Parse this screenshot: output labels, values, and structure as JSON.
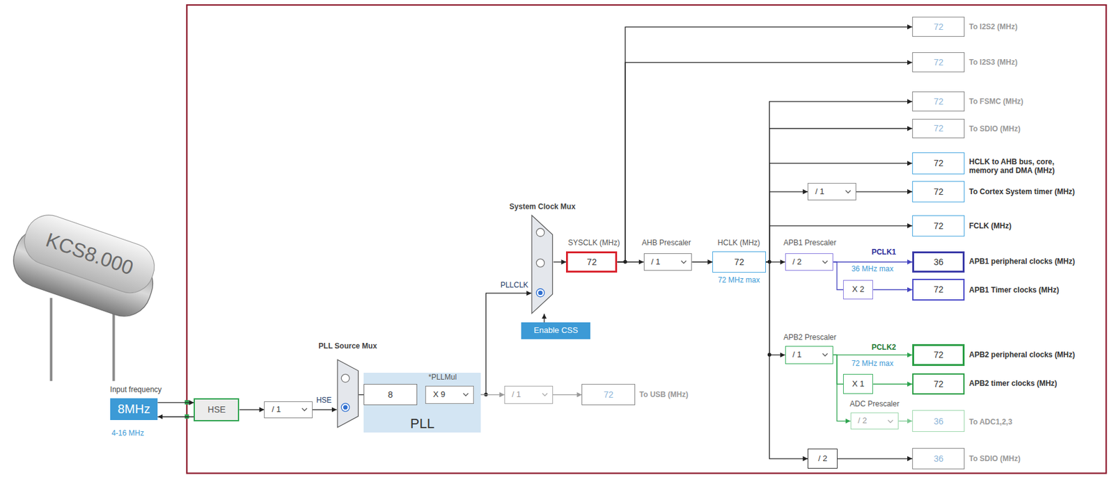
{
  "diagram": {
    "nodes": [
      {
        "text": [
          "8MHz"
        ]
      },
      {
        "text": [
          "HSE"
        ]
      },
      {
        "text": [
          "/ 1"
        ]
      },
      {
        "text": [
          "PLL Source Mux"
        ]
      },
      {
        "text": [
          "PLL"
        ]
      },
      {
        "text": [
          "8"
        ],
        "in": 4
      },
      {
        "text": [
          "X 9"
        ],
        "in": 4
      },
      {
        "text": [
          "/ 1"
        ]
      },
      {
        "text": [
          "72"
        ]
      },
      {
        "text": [
          "System Clock Mux"
        ]
      },
      {
        "text": [
          "Enable CSS"
        ]
      },
      {
        "text": [
          "72"
        ]
      },
      {
        "text": [
          "/ 1"
        ]
      },
      {
        "text": [
          "72"
        ]
      },
      {
        "text": [
          "/ 2"
        ]
      },
      {
        "text": [
          "36"
        ]
      },
      {
        "text": [
          "X 2"
        ]
      },
      {
        "text": [
          "72"
        ]
      },
      {
        "text": [
          "/ 1"
        ]
      },
      {
        "text": [
          "72"
        ]
      },
      {
        "text": [
          "X 1"
        ]
      },
      {
        "text": [
          "72"
        ]
      },
      {
        "text": [
          "/ 2"
        ]
      },
      {
        "text": [
          "36"
        ]
      },
      {
        "text": [
          "/ 2"
        ]
      },
      {
        "text": [
          "36"
        ]
      },
      {
        "text": [
          "72"
        ]
      },
      {
        "text": [
          "72"
        ]
      },
      {
        "text": [
          "72"
        ]
      },
      {
        "text": [
          "72"
        ]
      },
      {
        "text": [
          "72"
        ]
      },
      {
        "text": [
          "/ 1"
        ]
      },
      {
        "text": [
          "72"
        ]
      },
      {
        "text": [
          "72"
        ]
      }
    ],
    "edges": [
      {
        "from": 0,
        "to": 1,
        "arrow": "to"
      },
      {
        "from": 1,
        "to": 0,
        "arrow": "to"
      },
      {
        "from": 1,
        "to": 2,
        "arrow": "to"
      },
      {
        "from": 2,
        "to": 3,
        "label": "HSE",
        "arrow": "to"
      },
      {
        "from": 3,
        "to": 5,
        "arrow": "none"
      },
      {
        "from": 5,
        "to": 6,
        "arrow": "none"
      },
      {
        "from": 6,
        "to": 9,
        "label": "PLLCLK",
        "arrow": "to"
      },
      {
        "from": 6,
        "to": 7,
        "arrow": "to"
      },
      {
        "from": 7,
        "to": 8,
        "arrow": "to"
      },
      {
        "from": 10,
        "to": 9,
        "arrow": "to"
      },
      {
        "from": 9,
        "to": 11,
        "arrow": "to"
      },
      {
        "from": 11,
        "to": 12,
        "arrow": "to"
      },
      {
        "from": 11,
        "to": 26,
        "arrow": "to"
      },
      {
        "from": 11,
        "to": 27,
        "arrow": "to"
      },
      {
        "from": 12,
        "to": 13,
        "arrow": "to"
      },
      {
        "from": 13,
        "to": 28,
        "arrow": "to"
      },
      {
        "from": 13,
        "to": 29,
        "arrow": "to"
      },
      {
        "from": 13,
        "to": 30,
        "arrow": "to"
      },
      {
        "from": 13,
        "to": 31,
        "arrow": "to"
      },
      {
        "from": 13,
        "to": 33,
        "arrow": "to"
      },
      {
        "from": 13,
        "to": 14,
        "arrow": "to"
      },
      {
        "from": 13,
        "to": 18,
        "arrow": "to"
      },
      {
        "from": 13,
        "to": 24,
        "arrow": "to"
      },
      {
        "from": 31,
        "to": 32,
        "arrow": "to"
      },
      {
        "from": 14,
        "to": 15,
        "arrow": "to"
      },
      {
        "from": 14,
        "to": 16,
        "arrow": "none"
      },
      {
        "from": 16,
        "to": 17,
        "arrow": "to"
      },
      {
        "from": 18,
        "to": 19,
        "arrow": "to"
      },
      {
        "from": 18,
        "to": 20,
        "arrow": "none"
      },
      {
        "from": 20,
        "to": 21,
        "arrow": "to"
      },
      {
        "from": 18,
        "to": 22,
        "arrow": "to"
      },
      {
        "from": 22,
        "to": 23,
        "arrow": "to"
      },
      {
        "from": 24,
        "to": 25,
        "arrow": "to"
      }
    ],
    "labels": [
      "KCS8.000",
      "Input frequency",
      "4-16 MHz",
      "*PLLMul",
      "SYSCLK (MHz)",
      "AHB Prescaler",
      "HCLK (MHz)",
      "72 MHz max",
      "APB1 Prescaler",
      "PCLK1",
      "36 MHz max",
      "APB2 Prescaler",
      "PCLK2",
      "72 MHz max",
      "ADC Prescaler",
      "To USB (MHz)",
      "To I2S2 (MHz)",
      "To I2S3 (MHz)",
      "To FSMC (MHz)",
      "To SDIO (MHz)",
      "HCLK to AHB bus, core, memory and DMA (MHz)",
      "To Cortex System timer (MHz)",
      "FCLK (MHz)",
      "APB1 peripheral clocks (MHz)",
      "APB1 Timer clocks (MHz)",
      "APB2 peripheral clocks (MHz)",
      "APB2 timer clocks (MHz)",
      "To ADC1,2,3",
      "To SDIO (MHz)"
    ]
  }
}
